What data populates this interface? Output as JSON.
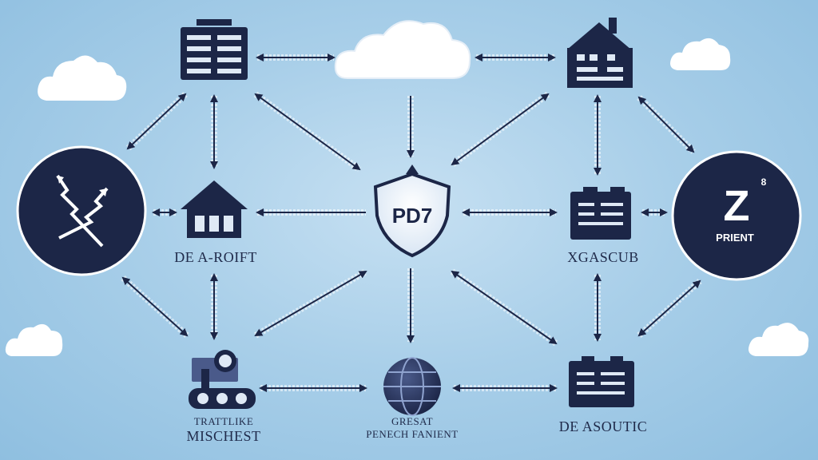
{
  "center": {
    "label": "PD7"
  },
  "nodes": {
    "top_left": {
      "icon": "server-building-icon"
    },
    "top_center": {
      "icon": "cloud-icon"
    },
    "top_right": {
      "icon": "house-building-icon"
    },
    "left_circle": {
      "icon": "lightning-arrows-icon"
    },
    "mid_left": {
      "icon": "house-icon",
      "label": "DE A-ROIFT"
    },
    "mid_right": {
      "icon": "panel-icon",
      "label": "XGASCUB"
    },
    "right_circle": {
      "icon": "z-letter-icon",
      "title": "Z",
      "superscript": "8",
      "subtitle": "PRIENT"
    },
    "bottom_left": {
      "icon": "machine-icon",
      "label_line1": "TRATTLIKE",
      "label_line2": "MISCHEST"
    },
    "bottom_center": {
      "icon": "globe-icon",
      "label_line1": "GRESAT",
      "label_line2": "PENECH FANIENT"
    },
    "bottom_right": {
      "icon": "panel-icon",
      "label": "DE ASOUTIC"
    }
  },
  "colors": {
    "navy": "#1c2647",
    "accent": "#e6eef8",
    "background": "#a9cfe9"
  }
}
